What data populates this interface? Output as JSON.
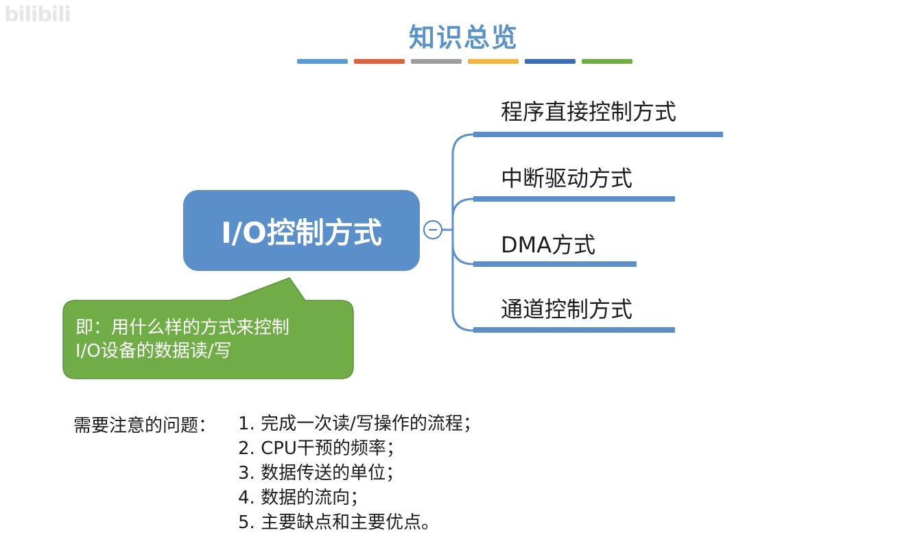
{
  "watermark": "bilibili",
  "title": "知识总览",
  "color_bars": [
    "#5b9bd5",
    "#d9643e",
    "#9e9e9e",
    "#f2b544",
    "#3d6bb3",
    "#70ad47"
  ],
  "central_node": "I/O控制方式",
  "branches": [
    "程序直接控制方式",
    "中断驱动方式",
    "DMA方式",
    "通道控制方式"
  ],
  "callout": {
    "line1": "即：用什么样的方式来控制",
    "line2": "I/O设备的数据读/写"
  },
  "notes": {
    "label": "需要注意的问题：",
    "items": [
      "1. 完成一次读/写操作的流程；",
      "2. CPU干预的频率；",
      "3. 数据传送的单位；",
      "4. 数据的流向；",
      "5. 主要缺点和主要优点。"
    ]
  },
  "colors": {
    "node": "#5b8fca",
    "callout": "#70ad47",
    "title": "#5b93c7"
  }
}
